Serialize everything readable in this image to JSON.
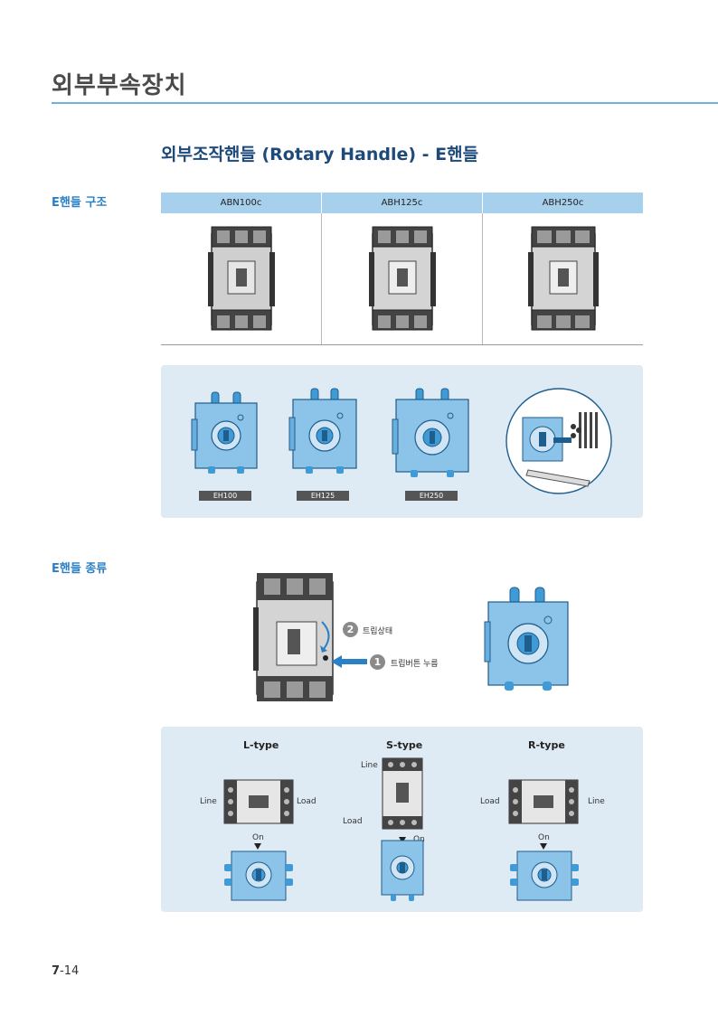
{
  "page": {
    "title": "외부부속장치",
    "section_heading": "외부조작핸들 (Rotary Handle) - E핸들",
    "side_label_structure": "E핸들 구조",
    "side_label_types": "E핸들 종류",
    "page_number_chapter": "7",
    "page_number_page": "-14"
  },
  "products": {
    "headers": [
      "ABN100c",
      "ABH125c",
      "ABH250c"
    ]
  },
  "handles": {
    "tags": [
      "EH100",
      "EH125",
      "EH250"
    ]
  },
  "trip": {
    "step1_num": "1",
    "step1_text": "트립버튼 누름",
    "step2_num": "2",
    "step2_text": "트립상태"
  },
  "types": {
    "l_type": {
      "title": "L-type",
      "line": "Line",
      "load": "Load",
      "on": "On"
    },
    "s_type": {
      "title": "S-type",
      "line": "Line",
      "load": "Load",
      "on": "On"
    },
    "r_type": {
      "title": "R-type",
      "line": "Line",
      "load": "Load",
      "on": "On"
    }
  },
  "colors": {
    "accent": "#2b7fc4",
    "heading": "#1e4a7a",
    "rule": "#6fb1dc",
    "table_head": "#a7d0ec",
    "panel_bg": "#deeaf4",
    "handle_blue": "#3f9ad6"
  }
}
